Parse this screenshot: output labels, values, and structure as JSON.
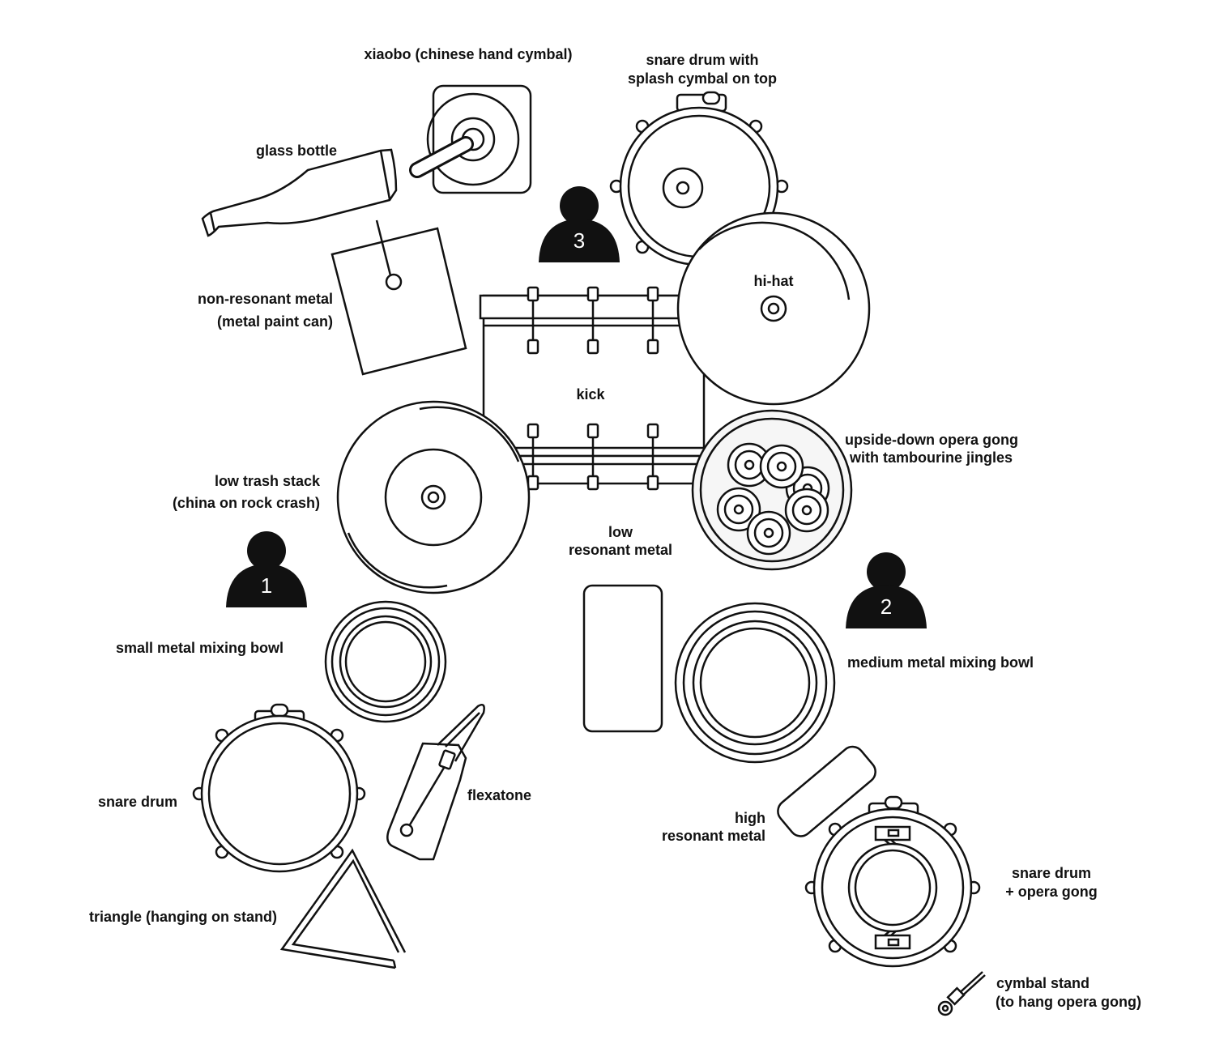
{
  "labels": {
    "xiaobo": "xiaobo (chinese hand cymbal)",
    "snare_splash_1": "snare drum with",
    "snare_splash_2": "splash cymbal on top",
    "glass_bottle": "glass bottle",
    "nonres_1": "non-resonant metal",
    "nonres_2": "(metal paint can)",
    "hihat": "hi-hat",
    "kick": "kick",
    "gong_1": "upside-down opera gong",
    "gong_2": "with tambourine jingles",
    "trash_1": "low trash stack",
    "trash_2": "(china on rock crash)",
    "low_res_1": "low",
    "low_res_2": "resonant metal",
    "small_bowl": "small metal mixing bowl",
    "medium_bowl": "medium metal mixing bowl",
    "snare": "snare drum",
    "flexatone": "flexatone",
    "high_res_1": "high",
    "high_res_2": "resonant metal",
    "snare_gong_1": "snare drum",
    "snare_gong_2": "+ opera gong",
    "triangle": "triangle (hanging on stand)",
    "stand_1": "cymbal stand",
    "stand_2": "(to hang opera gong)"
  },
  "players": [
    "1",
    "2",
    "3"
  ],
  "colors": {
    "ink": "#111111",
    "background": "#ffffff"
  }
}
